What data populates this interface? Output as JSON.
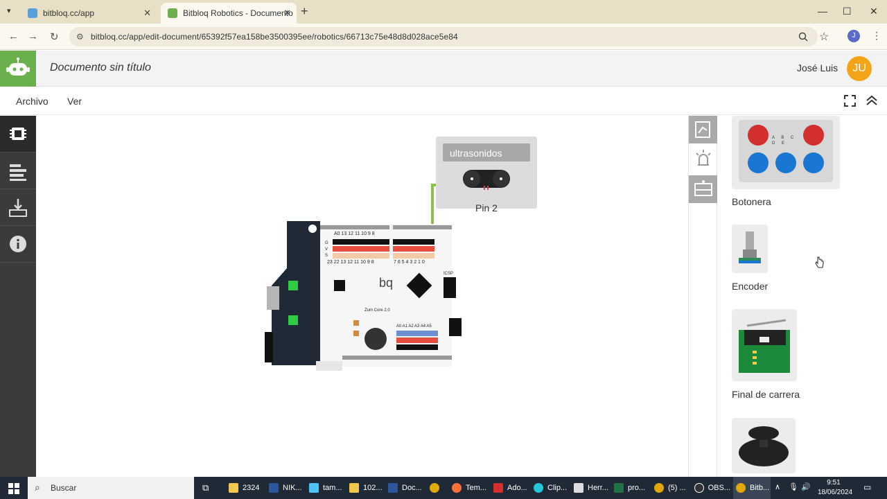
{
  "browser": {
    "tabs": [
      {
        "title": "bitbloq.cc/app",
        "active": false
      },
      {
        "title": "Bitbloq Robotics - Documento",
        "active": true
      }
    ],
    "url": "bitbloq.cc/app/edit-document/65392f57ea158be3500395ee/robotics/66713c75e48d8d028ace5e84",
    "profile_initial": "J"
  },
  "app": {
    "document_title": "Documento sin título",
    "user_name": "José Luis",
    "user_initials": "JU",
    "menu": [
      "Archivo",
      "Ver"
    ]
  },
  "canvas": {
    "component": {
      "name": "ultrasonidos",
      "pin_label": "Pin 2"
    },
    "board": {
      "brand": "bq",
      "model": "Zum Core 2.0",
      "top_header_labels": "A0 13 12 11 10 9 8",
      "top_pins": "23 22 13 12 11 10 9 8",
      "right_pins": "7 6 5 4 3 2 1 0",
      "analog_labels": "A0 A1 A2 A3 A4 A5",
      "icsp_label": "ICSP",
      "pin_letters": "G V S"
    }
  },
  "components": [
    {
      "name": "Botonera",
      "icon": "button-pad-icon",
      "letters": "A B C D E"
    },
    {
      "name": "Encoder",
      "icon": "encoder-icon"
    },
    {
      "name": "Final de carrera",
      "icon": "limit-switch-icon"
    },
    {
      "name": "",
      "icon": "joystick-icon"
    }
  ],
  "taskbar": {
    "search_placeholder": "Buscar",
    "items": [
      "2324",
      "NIK...",
      "tam...",
      "102...",
      "Doc...",
      "",
      "Tem...",
      "Ado...",
      "Clip...",
      "Herr...",
      "pro...",
      "(5) ...",
      "OBS...",
      "Bitb..."
    ],
    "time": "9:51",
    "date": "18/06/2024"
  },
  "colors": {
    "brand_green": "#6ab04c",
    "avatar_orange": "#f3a51a",
    "sidebar_dark": "#3b3b3b",
    "wire_green": "#8bc34a"
  }
}
